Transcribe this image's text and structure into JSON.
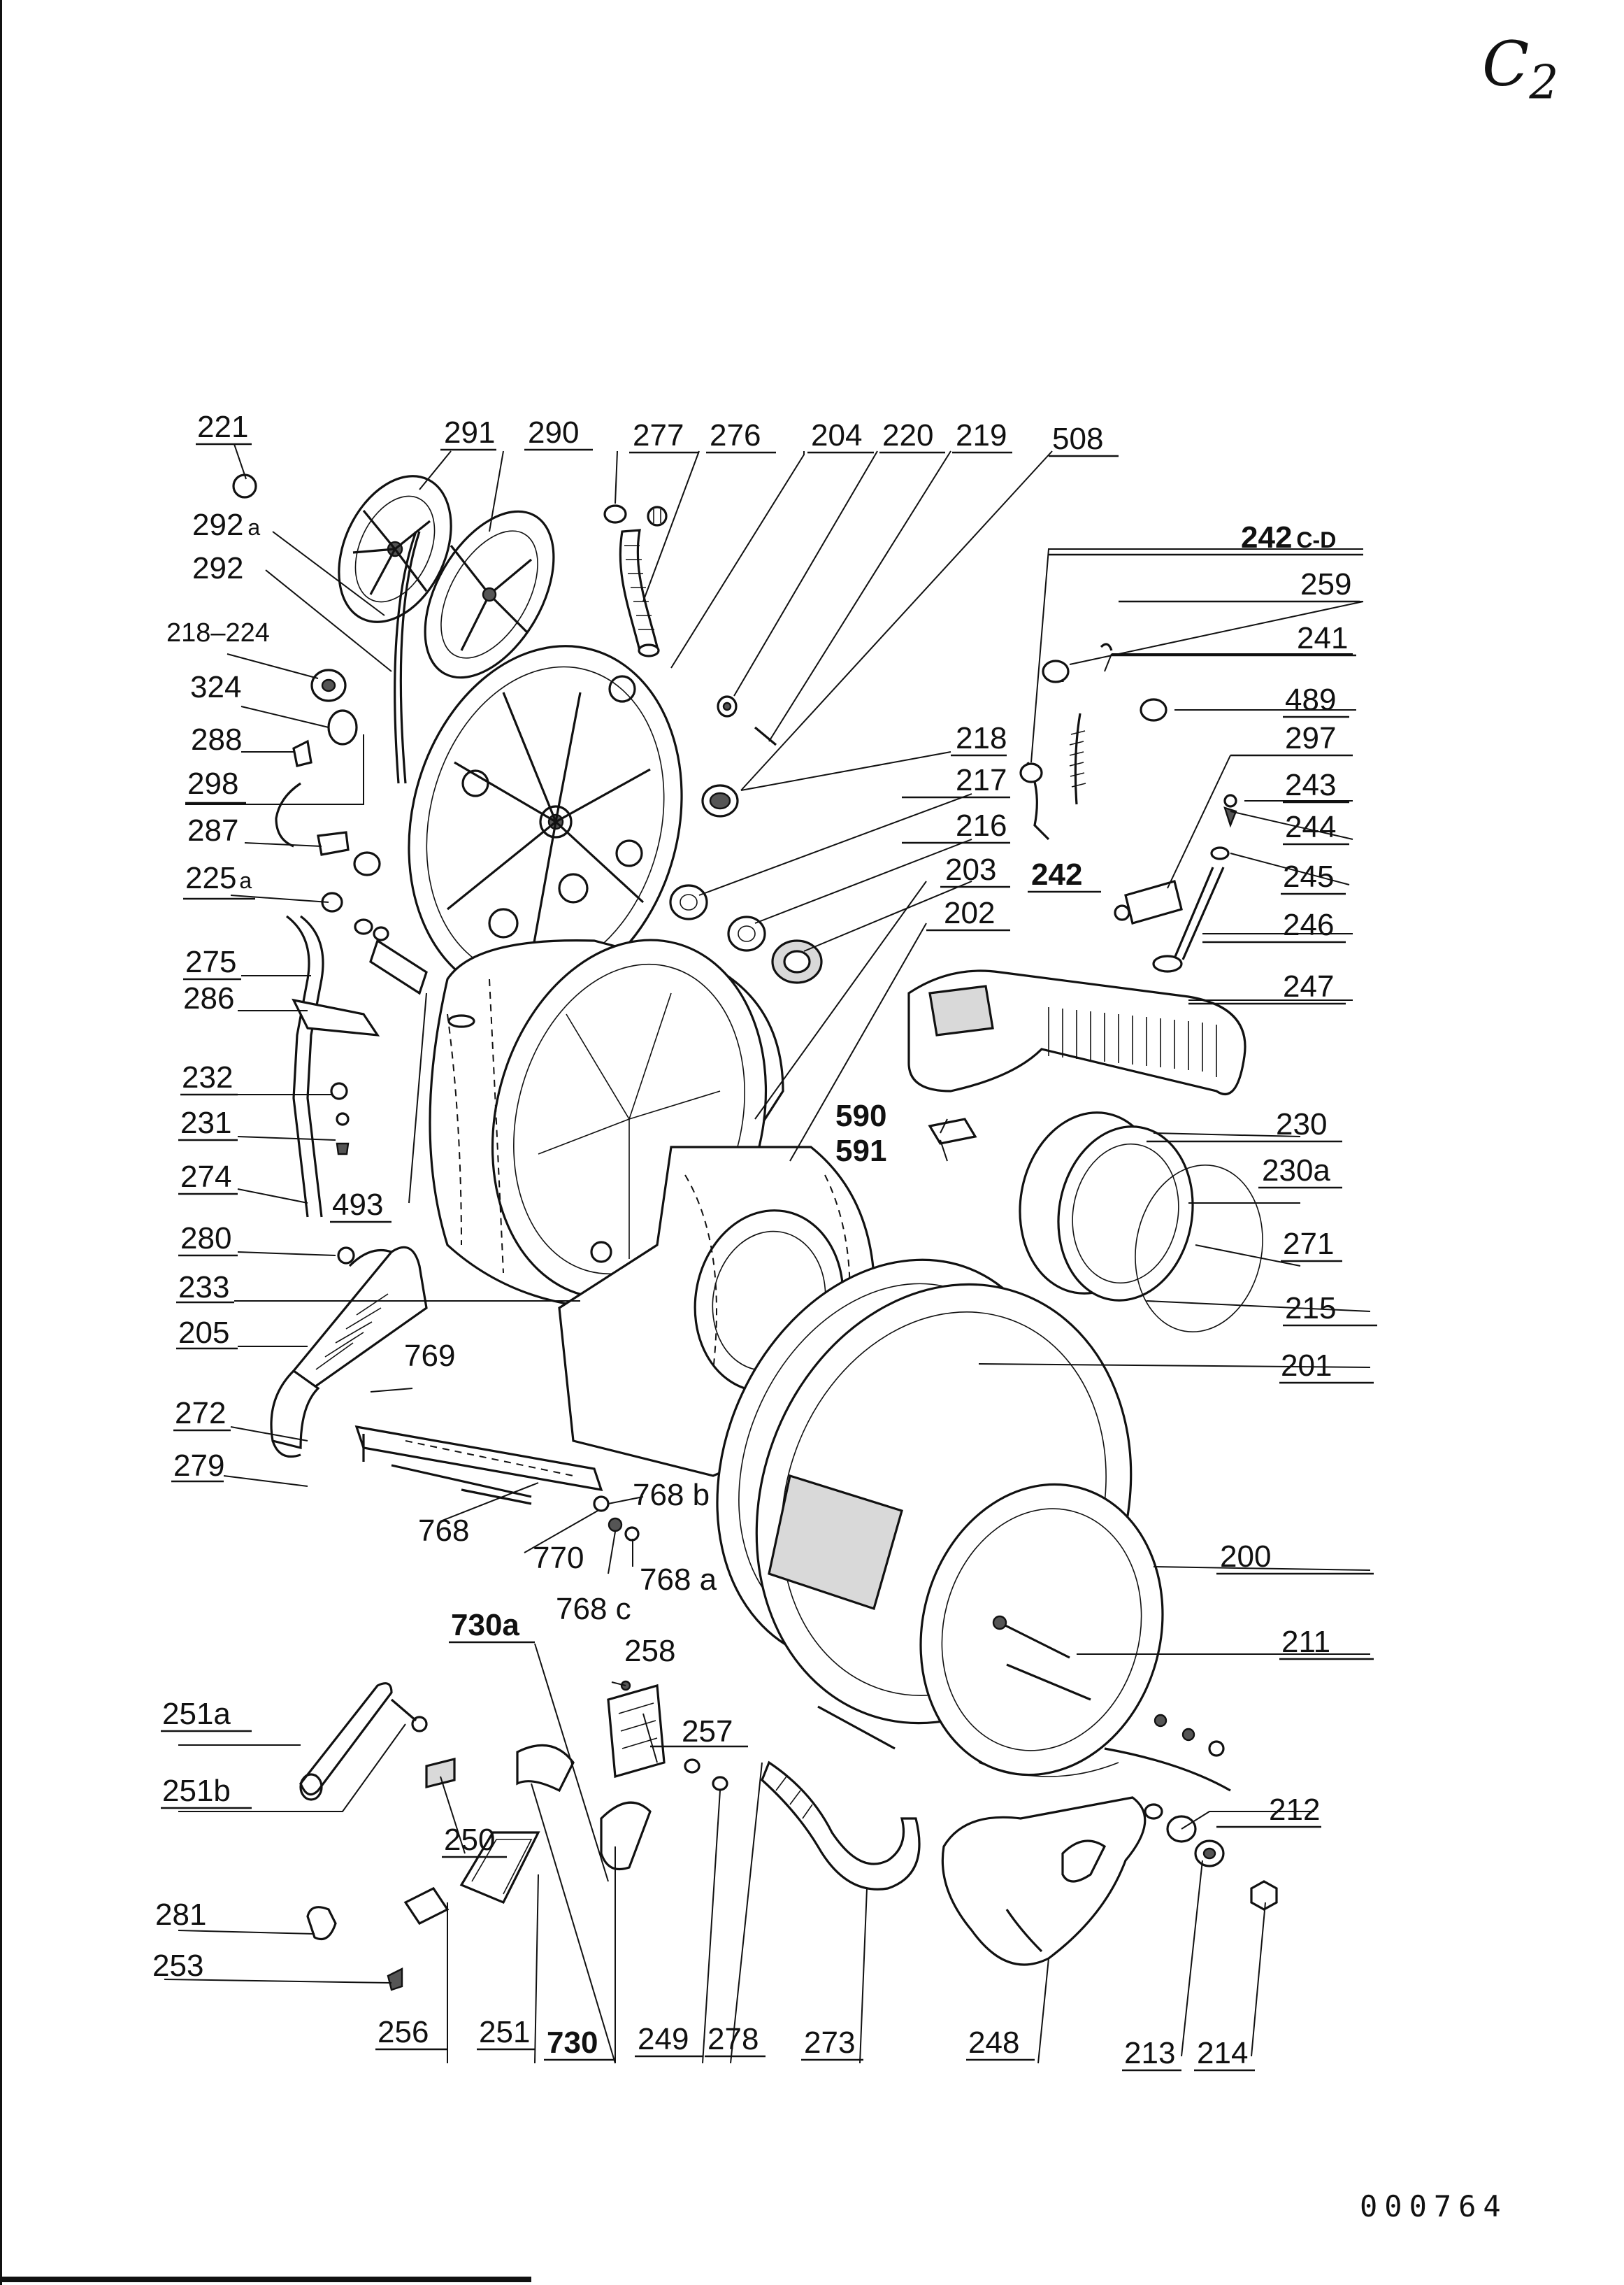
{
  "sheet": {
    "corner_mark": "C",
    "corner_mark_sub": "2",
    "doc_number": "000764"
  },
  "labels": {
    "221": "221",
    "291": "291",
    "290": "290",
    "277": "277",
    "276": "276",
    "204": "204",
    "220": "220",
    "219": "219",
    "508": "508",
    "292a_num": "292",
    "292a_suf": "a",
    "292": "292",
    "218_224": "218–224",
    "324": "324",
    "288": "288",
    "298": "298",
    "287": "287",
    "225a_num": "225",
    "225a_suf": "a",
    "275": "275",
    "286": "286",
    "232": "232",
    "231": "231",
    "274": "274",
    "493": "493",
    "280": "280",
    "233": "233",
    "205": "205",
    "769": "769",
    "272": "272",
    "279": "279",
    "768": "768",
    "770": "770",
    "768b": "768 b",
    "768a": "768 a",
    "768c": "768 c",
    "730a": "730a",
    "258": "258",
    "251a": "251a",
    "251b": "251b",
    "257": "257",
    "250": "250",
    "281": "281",
    "253": "253",
    "256": "256",
    "251": "251",
    "730": "730",
    "249": "249",
    "278": "278",
    "273": "273",
    "248": "248",
    "213": "213",
    "214": "214",
    "212": "212",
    "211": "211",
    "200": "200",
    "201": "201",
    "215": "215",
    "271": "271",
    "230a": "230a",
    "230": "230",
    "590": "590",
    "591": "591",
    "247": "247",
    "246": "246",
    "245": "245",
    "244": "244",
    "243": "243",
    "297": "297",
    "242": "242",
    "489": "489",
    "241": "241",
    "259": "259",
    "242cd_num": "242",
    "242cd_suf": "C-D",
    "218": "218",
    "217": "217",
    "216": "216",
    "203": "203",
    "202": "202"
  }
}
